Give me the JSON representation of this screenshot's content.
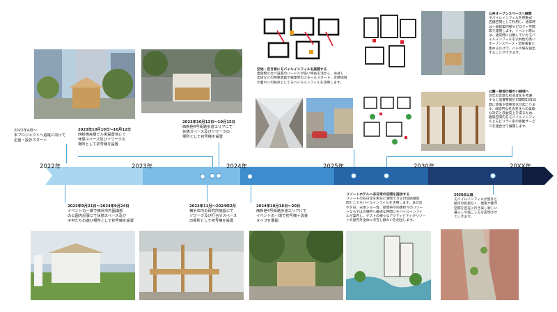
{
  "timeline": {
    "years": [
      "2022年",
      "2023年",
      "2024年",
      "2025年",
      "2030年",
      "20XX年"
    ],
    "colors": [
      "#a9d7f1",
      "#7cbde8",
      "#3d8ccd",
      "#2565a8",
      "#1e3e73",
      "#101f3f"
    ]
  },
  "events_top": {
    "e1": [
      "2022年4月～",
      "本プロジェクトへ遍電に向けて",
      "企画・設計スタート"
    ],
    "e2": [
      "2023年10月10日～10月12日",
      "西新宿高層ビル街設置地にて",
      "休憩スペース及びソワークの",
      "場所として初号機を設置"
    ],
    "e3": [
      "2023年10月13日～10月15日",
      "西新宿4号街路歩道エリアにて",
      "休憩スペース及びソワークの",
      "場所として初号機を設置"
    ]
  },
  "events_bottom": {
    "e4": [
      "2023年9月21日～2024年9月24日",
      "イベントの一環で横浜市内園湖部",
      "の公園内記事にて休憩スペース及び",
      "子供たちの遊び場所として初号機を設置"
    ],
    "e5": [
      "2023年11月～2024年2月",
      "横浜市内の研究所施設にて",
      "ソワーク及び打合せスペース",
      "の場所として初号機を設置"
    ],
    "e6": [
      "2024年10月18日～20日",
      "西新宿4号街路歩道エリアにて",
      "イベントの一環で初号機＋改良",
      "タイプを展開"
    ]
  },
  "sections": {
    "vacant": {
      "title": "空地・空き家にモバイルインフィルを展開する",
      "body": [
        "建築物と比べ設置のハードルが低い特長を活かし、お試し",
        "出店などの際要需義や検業剤のスモールスタート、近隣地域",
        "の者わいの拠点としてモバイルインフィルを活用します。"
      ]
    },
    "public_open": {
      "title": "公共オープンスペースへ展開",
      "body": [
        "モバイルインフィルを移動式",
        "店舗空間として利用し、通常時",
        "は一般建築内部やピロティ空間",
        "等で運用します。イベント時に",
        "は、通常時に分散していたモバ",
        "イルインフィルを公共性の高い",
        "オープンスペース・全解着着に",
        "集めるだけで、ハレの場を創出",
        "することができます。"
      ]
    },
    "disaster": {
      "title": "公園・緑地の備わい緑域へ",
      "body": [
        "近年の急激な社会変化を考慮",
        "すると設置整理計可期間20年の",
        "間に想事や需要変化が起こりま",
        "す。緑過円な社会変化への柔軟",
        "な対応と収益向上を得るため、",
        "建築空間内をモバイルインフィ",
        "ルとモビリティ系の移動サービ",
        "スを組合せて展開します。"
      ]
    },
    "resort": {
      "title": "リゾートホテルへ非日常の空間を提供する",
      "body": [
        "リゾートの非日常を余分に満喫できる付加価値空",
        "間としてモバイルインフィルを活用します。日の出",
        "や夕日、天体ショー等、新間帯や四季折々のリゾー",
        "トならではの場所へ最適な時間にモバイルインフィ",
        "ルが案内し、ゲストの様々なアクティビティがリゾー",
        "トの屋内外全体に点在し振わいを創出します。"
      ]
    },
    "future": {
      "title": "2030年以降",
      "body": [
        "モバイルインフィルが屋外と",
        "屋内の拡張なく、建築や都市",
        "空間を自在に行き来し新しい",
        "暮らしや過ごし方を実現させ",
        "ていきます。"
      ]
    }
  }
}
